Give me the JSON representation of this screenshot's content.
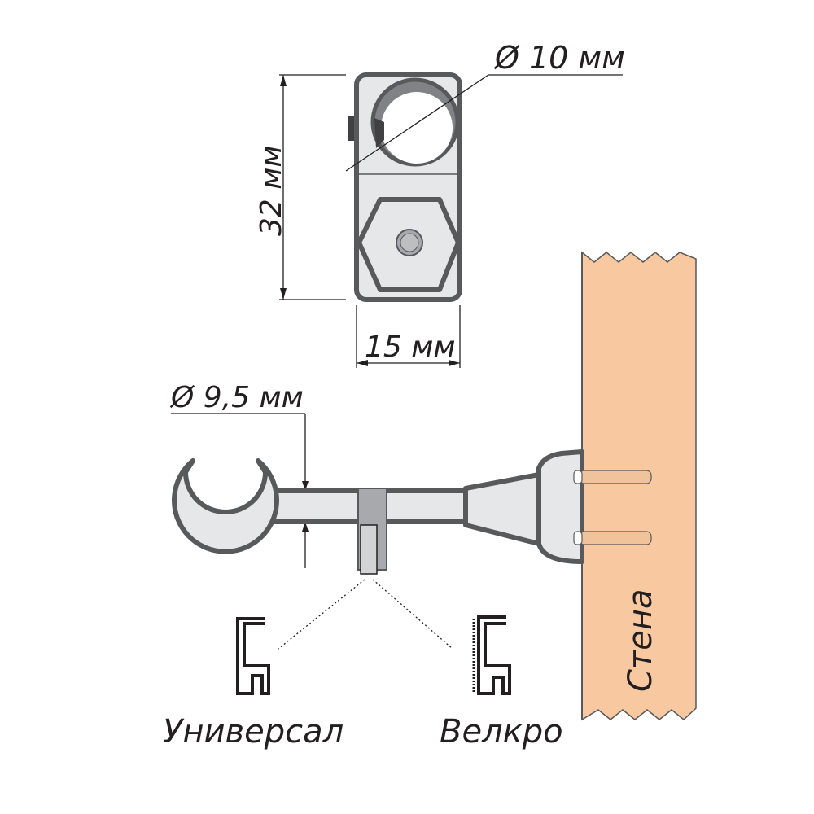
{
  "dimensions": {
    "inner_diameter": "Ø 10 мм",
    "height": "32 мм",
    "width": "15 мм",
    "rod_diameter": "Ø 9,5 мм"
  },
  "profiles": {
    "universal": "Универсал",
    "velcro": "Велкро"
  },
  "wall_label": "Стена",
  "colors": {
    "stroke": "#58595b",
    "metal": "#e6e7e8",
    "wall": "#f8c9a0"
  }
}
